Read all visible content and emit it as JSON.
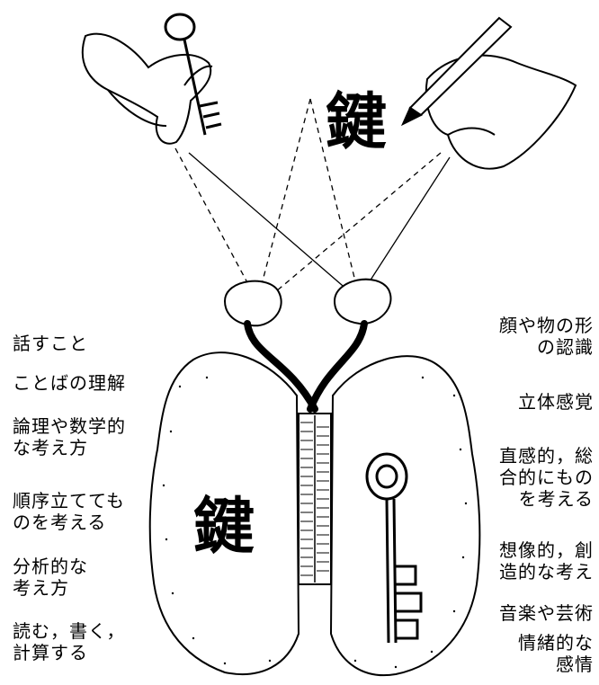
{
  "kanji_top": "鍵",
  "kanji_left": "鍵",
  "left_functions": [
    {
      "lines": [
        "話すこと"
      ]
    },
    {
      "lines": [
        "ことばの理解"
      ]
    },
    {
      "lines": [
        "論理や数学的",
        "な考え方"
      ]
    },
    {
      "lines": [
        "順序立てても",
        "のを考える"
      ]
    },
    {
      "lines": [
        "分析的な",
        "考え方"
      ]
    },
    {
      "lines": [
        "読む，書く，",
        "計算する"
      ]
    }
  ],
  "right_functions": [
    {
      "lines": [
        "顔や物の形",
        "の認識"
      ]
    },
    {
      "lines": [
        "立体感覚"
      ]
    },
    {
      "lines": [
        "直感的，総",
        "合的にもの",
        "を考える"
      ]
    },
    {
      "lines": [
        "想像的，創",
        "造的な考え"
      ]
    },
    {
      "lines": [
        "音楽や芸術"
      ]
    },
    {
      "lines": [
        "情緒的な",
        "感情"
      ]
    }
  ]
}
